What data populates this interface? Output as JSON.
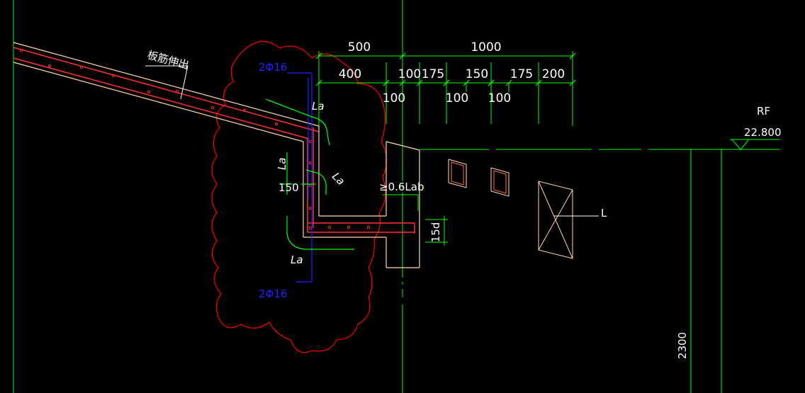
{
  "drawing": {
    "colors": {
      "background": "#000000",
      "dimension": "#00ff00",
      "text": "#ffffff",
      "revision_cloud": "#ff0000",
      "rebar_main": "#ff3030",
      "rebar_stirrup": "#ffffff",
      "concrete_outline": "#ffd9a8",
      "rebar_label": "#1e1eff",
      "axis": "#00ff00"
    },
    "annotations": {
      "slab_note": "板筋伸出",
      "rebar_top": "2Φ16",
      "rebar_bottom": "2Φ16",
      "la_upper": "La",
      "la_left": "La",
      "la_middle": "La",
      "la_bottom": "La",
      "dim_150": "150",
      "lab_note": "≥0.6Lab",
      "dim_15d": "15d",
      "section_marker": "L",
      "level_label": "RF",
      "level_value": "22.800",
      "height_2300": "2300"
    },
    "dimensions_row1": [
      "500",
      "1000"
    ],
    "dimensions_row2": [
      "400",
      "100",
      "175",
      "150",
      "175",
      "200"
    ],
    "dimensions_row3": [
      "100",
      "100",
      "100"
    ]
  }
}
